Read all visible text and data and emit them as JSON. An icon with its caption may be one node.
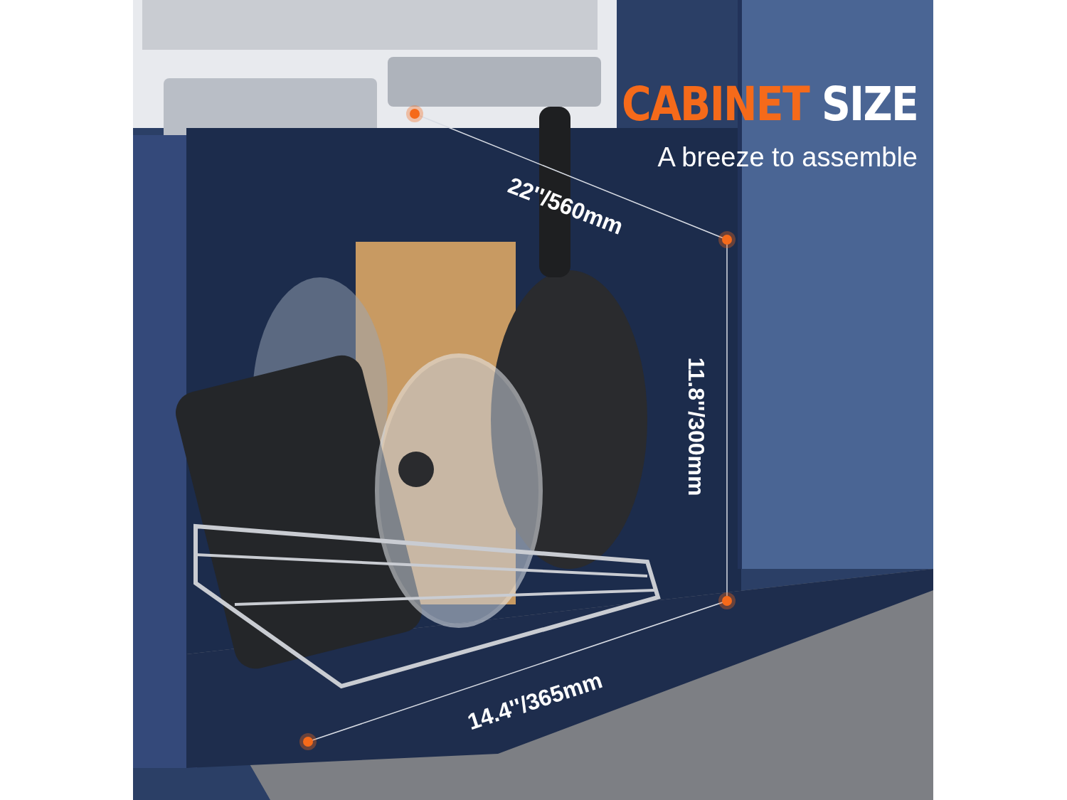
{
  "diagram": {
    "title": "CABINET SIZE",
    "caption": "A breeze to assemble",
    "labels": [
      "22''/560mm",
      "11.8''/300mm",
      "14.4''/365mm"
    ]
  }
}
